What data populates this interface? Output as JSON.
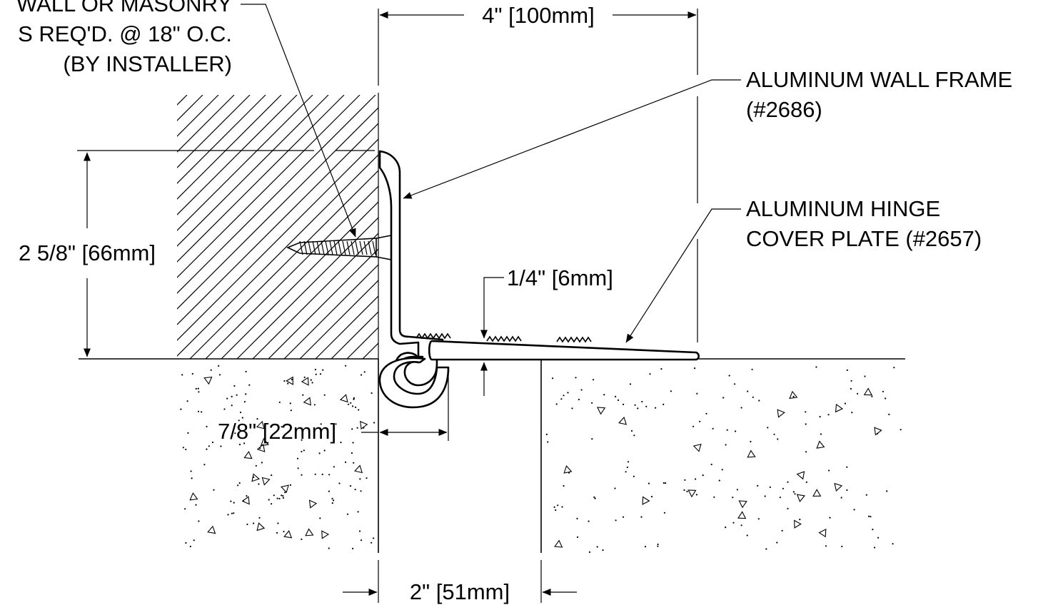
{
  "labels": {
    "anchor_line1": "WALL OR MASONRY",
    "anchor_line2": "S REQ'D. @ 18\" O.C.",
    "anchor_line3": "(BY INSTALLER)",
    "wall_frame_line1": "ALUMINUM WALL FRAME",
    "wall_frame_line2": "(#2686)",
    "hinge_cover_line1": "ALUMINUM HINGE",
    "hinge_cover_line2": "COVER PLATE (#2657)"
  },
  "dimensions": {
    "overall_width": "4\" [100mm]",
    "wall_height": "2 5/8\" [66mm]",
    "plate_thickness": "1/4\" [6mm]",
    "hinge_width": "7/8\" [22mm]",
    "joint_width": "2\" [51mm]"
  },
  "colors": {
    "ink": "#000000",
    "paper": "#ffffff"
  }
}
